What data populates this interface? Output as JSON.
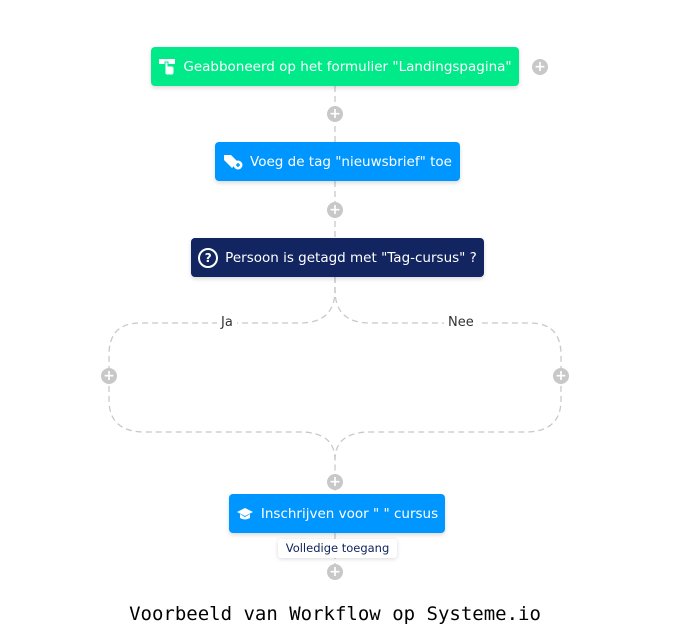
{
  "nodes": {
    "trigger": {
      "label": "Geabboneerd op het formulier \"Landingspagina\"",
      "icon": "hand-pointer-icon",
      "color": "#00ea8a"
    },
    "add_tag": {
      "label": "Voeg de tag \"nieuwsbrief\" toe",
      "icon": "tag-plus-icon",
      "color": "#0096ff"
    },
    "condition": {
      "label": "Persoon is getagd met \"Tag-cursus\" ?",
      "icon": "question-circle-icon",
      "color": "#122560"
    },
    "enroll": {
      "label": "Inschrijven voor \" \" cursus",
      "icon": "graduation-cap-icon",
      "color": "#0096ff",
      "sublabel": "Volledige toegang"
    }
  },
  "branches": {
    "yes": "Ja",
    "no": "Nee"
  },
  "add_symbol": "+",
  "caption": "Voorbeeld van Workflow op Systeme.io"
}
